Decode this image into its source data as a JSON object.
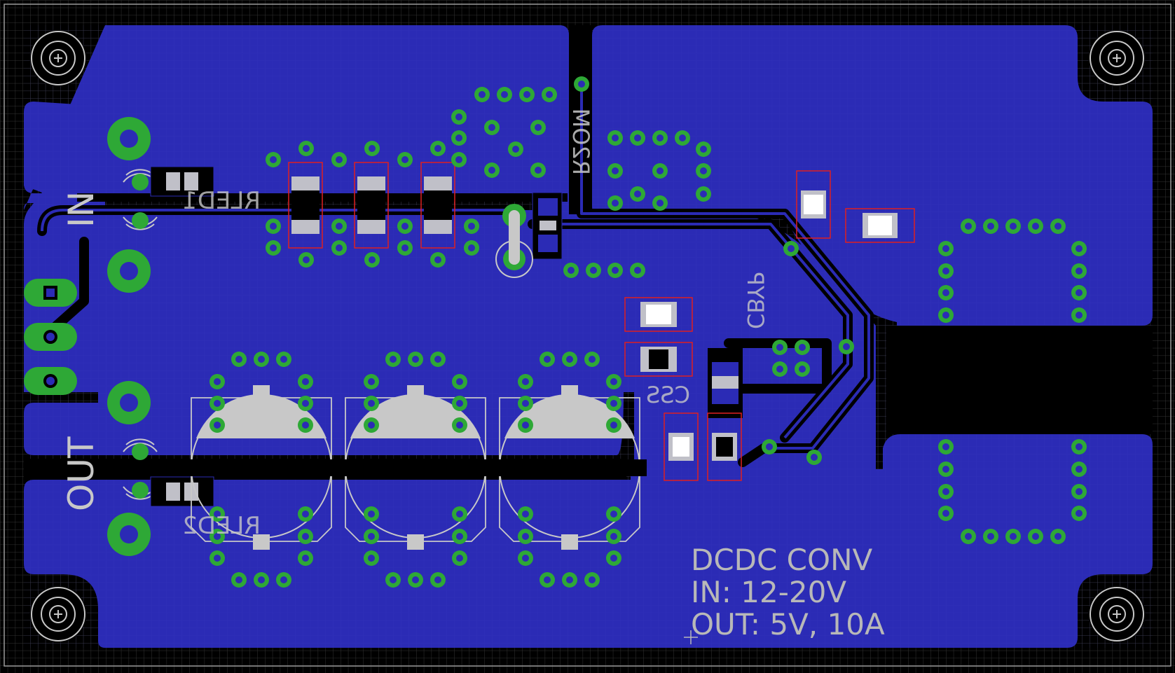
{
  "colors": {
    "background": "#000000",
    "grid": "#3a3a3a",
    "copper": "#2b2bb5",
    "via": "#2ea836",
    "silkscreen": "#c8c8c8",
    "smd_pad": "#c0c0c8",
    "keepout": "#e02020",
    "board_outline": "#9a9a9a"
  },
  "labels": {
    "in": "IN",
    "out": "OUT",
    "rled1": "RLED1",
    "rled2": "RLED2",
    "r2om": "R2OM",
    "css": "CSS",
    "cbyp": "CBYP"
  },
  "notes": {
    "line1": "DCDC CONV",
    "line2": "IN: 12-20V",
    "line3": "OUT: 5V, 10A"
  },
  "icons": {
    "mounting_hole": "mounting-hole-icon",
    "capacitor": "electrolytic-capacitor-icon",
    "led": "led-icon"
  }
}
